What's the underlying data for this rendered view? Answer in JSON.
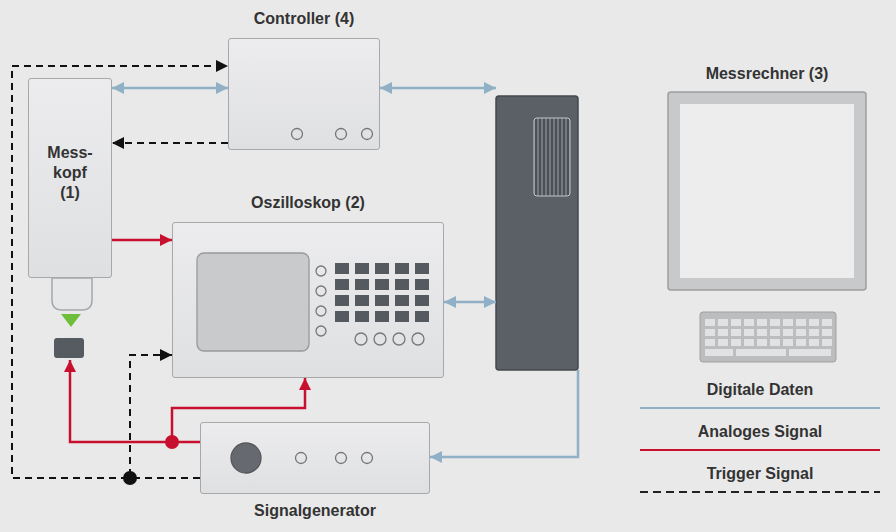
{
  "diagram": {
    "nodes": [
      {
        "text": [
          "Controller (4)"
        ]
      },
      {
        "text": [
          "Messrechner (3)"
        ]
      },
      {
        "text": [
          "Mess- kopf (1)"
        ]
      },
      {
        "text": [
          "Oszilloskop (2)"
        ]
      },
      {
        "text": [
          "Signalgenerator"
        ]
      }
    ],
    "edges": [
      {
        "from": 2,
        "to": 0,
        "arrow": "both"
      },
      {
        "from": 0,
        "to": 2,
        "arrow": "to"
      },
      {
        "from": 0,
        "to": 1,
        "arrow": "both"
      },
      {
        "from": 2,
        "to": 3,
        "arrow": "to"
      },
      {
        "from": 3,
        "to": 1,
        "arrow": "both"
      },
      {
        "from": 4,
        "to": 3,
        "arrow": "to"
      },
      {
        "from": 4,
        "to": 3,
        "arrow": "to"
      },
      {
        "from": 4,
        "to": 0,
        "arrow": "to"
      },
      {
        "from": 1,
        "to": 4,
        "arrow": "to"
      }
    ],
    "legend": [
      {
        "text": "Digitale Daten"
      },
      {
        "text": "Analoges Signal"
      },
      {
        "text": "Trigger Signal"
      }
    ]
  }
}
